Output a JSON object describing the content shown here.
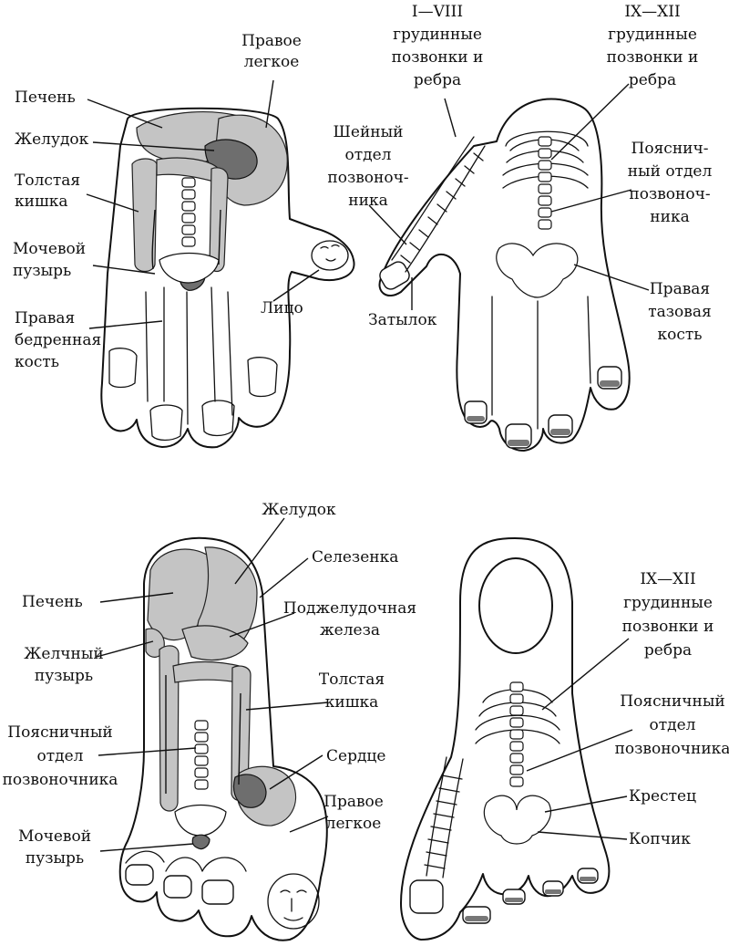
{
  "labels": {
    "hand_palm": {
      "right_lung": [
        "Правое",
        "легкое"
      ],
      "liver": [
        "Печень"
      ],
      "stomach": [
        "Желудок"
      ],
      "colon": [
        "Толстая",
        "кишка"
      ],
      "bladder": [
        "Мочевой",
        "пузырь"
      ],
      "femur": [
        "Правая",
        "бедренная",
        "кость"
      ],
      "face": [
        "Лицо"
      ]
    },
    "hand_back": {
      "thoracic_1_8": [
        "I—VIII",
        "грудинные",
        "позвонки и",
        "ребра"
      ],
      "thoracic_9_12": [
        "IX—XII",
        "грудинные",
        "позвонки и",
        "ребра"
      ],
      "cervical": [
        "Шейный",
        "отдел",
        "позвоноч-",
        "ника"
      ],
      "lumbar": [
        "Пояснич-",
        "ный отдел",
        "позвоноч-",
        "ника"
      ],
      "pelvis": [
        "Правая",
        "тазовая",
        "кость"
      ],
      "occiput": [
        "Затылок"
      ]
    },
    "foot_sole": {
      "stomach": [
        "Желудок"
      ],
      "spleen": [
        "Селезенка"
      ],
      "liver": [
        "Печень"
      ],
      "pancreas": [
        "Поджелудочная",
        "железа"
      ],
      "gallbladder": [
        "Желчный",
        "пузырь"
      ],
      "colon": [
        "Толстая",
        "кишка"
      ],
      "lumbar": [
        "Поясничный",
        "отдел",
        "позвоночника"
      ],
      "heart": [
        "Сердце"
      ],
      "right_lung": [
        "Правое",
        "легкое"
      ],
      "bladder": [
        "Мочевой",
        "пузырь"
      ]
    },
    "foot_top": {
      "thoracic_9_12": [
        "IX—XII",
        "грудинные",
        "позвонки и",
        "ребра"
      ],
      "lumbar": [
        "Поясничный",
        "отдел",
        "позвоночника"
      ],
      "sacrum": [
        "Крестец"
      ],
      "coccyx": [
        "Копчик"
      ]
    }
  },
  "colors": {
    "ink": "#111111",
    "organ_fill": "#c4c4c4",
    "organ_dark": "#6e6e6e",
    "background": "#ffffff"
  }
}
